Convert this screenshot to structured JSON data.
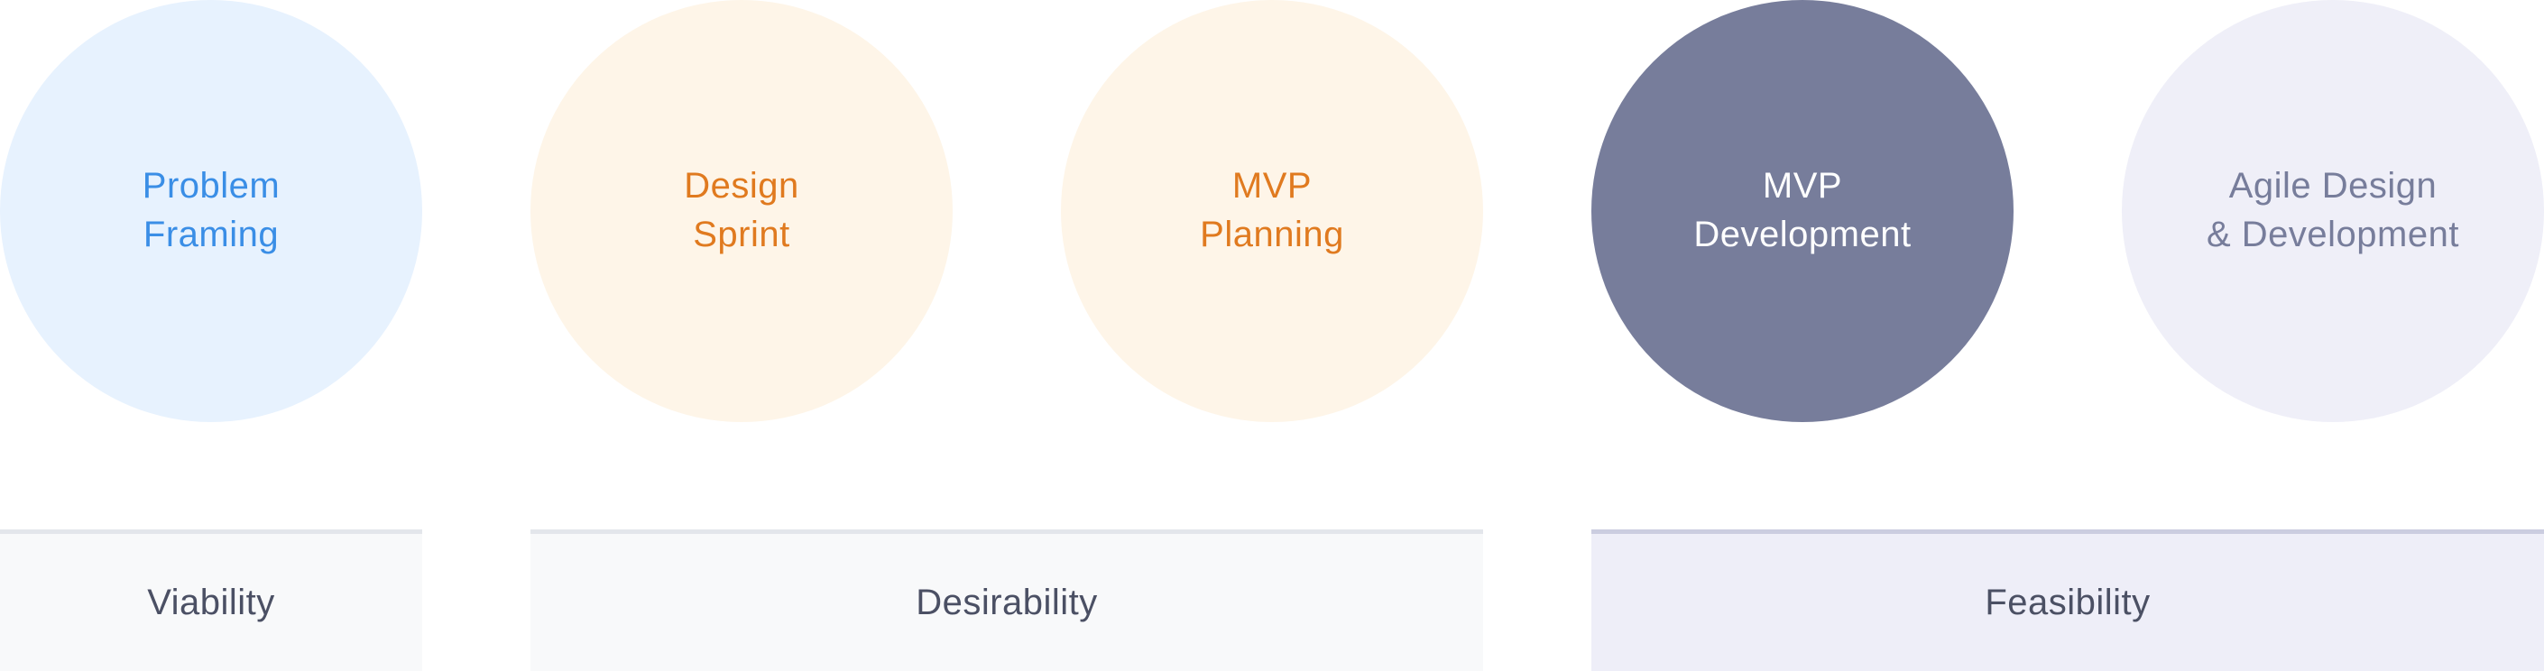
{
  "stages": [
    {
      "label": "Problem\nFraming",
      "fill": "#e7f2fe",
      "text_color": "#3a8ee6"
    },
    {
      "label": "Design\nSprint",
      "fill": "#fef5e8",
      "text_color": "#e07a1f"
    },
    {
      "label": "MVP\nPlanning",
      "fill": "#fef5e8",
      "text_color": "#e07a1f"
    },
    {
      "label": "MVP\nDevelopment",
      "fill": "#777d9b",
      "text_color": "#ffffff"
    },
    {
      "label": "Agile Design\n& Development",
      "fill": "#efeff8",
      "text_color": "#777d9b"
    }
  ],
  "categories": [
    {
      "label": "Viability"
    },
    {
      "label": "Desirability"
    },
    {
      "label": "Feasibility"
    }
  ]
}
